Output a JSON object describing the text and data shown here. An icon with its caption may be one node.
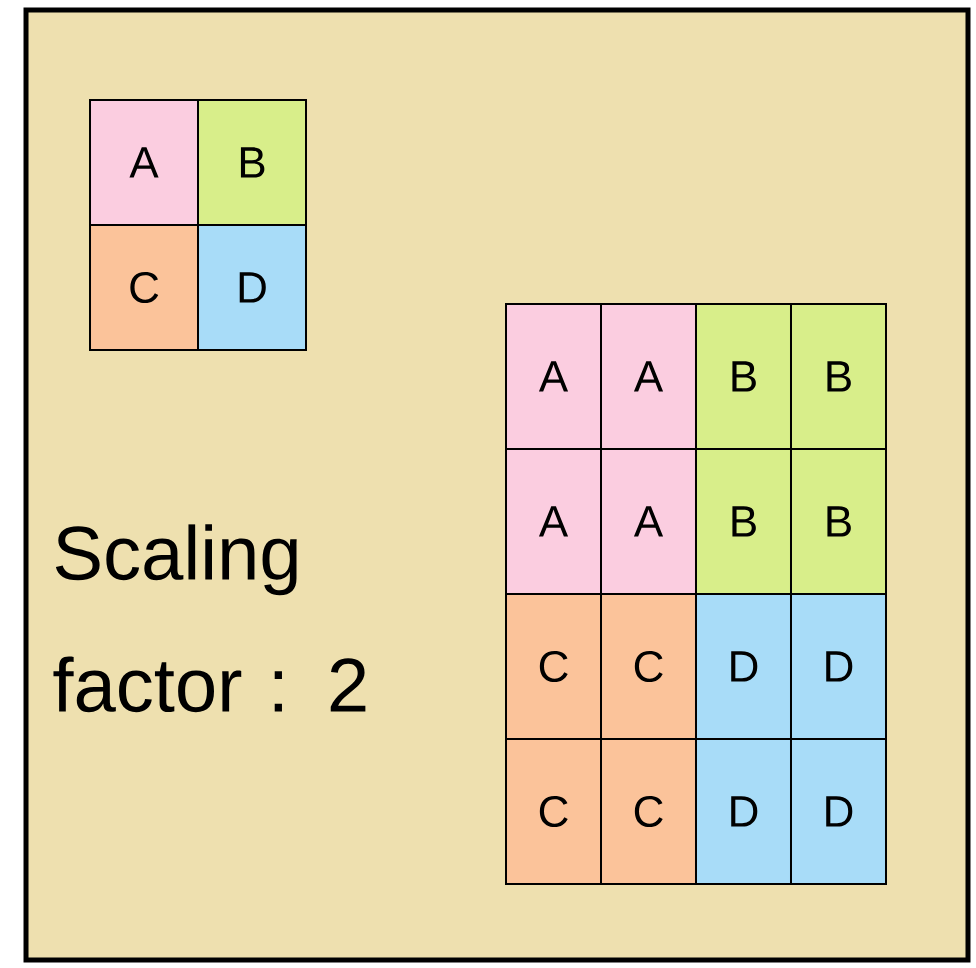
{
  "diagram": {
    "nodes": [
      {
        "text": [
          "A"
        ]
      },
      {
        "text": [
          "B"
        ]
      },
      {
        "text": [
          "C"
        ]
      },
      {
        "text": [
          "D"
        ]
      },
      {
        "text": [
          "A"
        ]
      },
      {
        "text": [
          "A"
        ]
      },
      {
        "text": [
          "B"
        ]
      },
      {
        "text": [
          "B"
        ]
      },
      {
        "text": [
          "A"
        ]
      },
      {
        "text": [
          "A"
        ]
      },
      {
        "text": [
          "B"
        ]
      },
      {
        "text": [
          "B"
        ]
      },
      {
        "text": [
          "C"
        ]
      },
      {
        "text": [
          "C"
        ]
      },
      {
        "text": [
          "D"
        ]
      },
      {
        "text": [
          "D"
        ]
      },
      {
        "text": [
          "C"
        ]
      },
      {
        "text": [
          "C"
        ]
      },
      {
        "text": [
          "D"
        ]
      },
      {
        "text": [
          "D"
        ]
      }
    ],
    "labels": [
      "Scaling factor : 2"
    ]
  }
}
